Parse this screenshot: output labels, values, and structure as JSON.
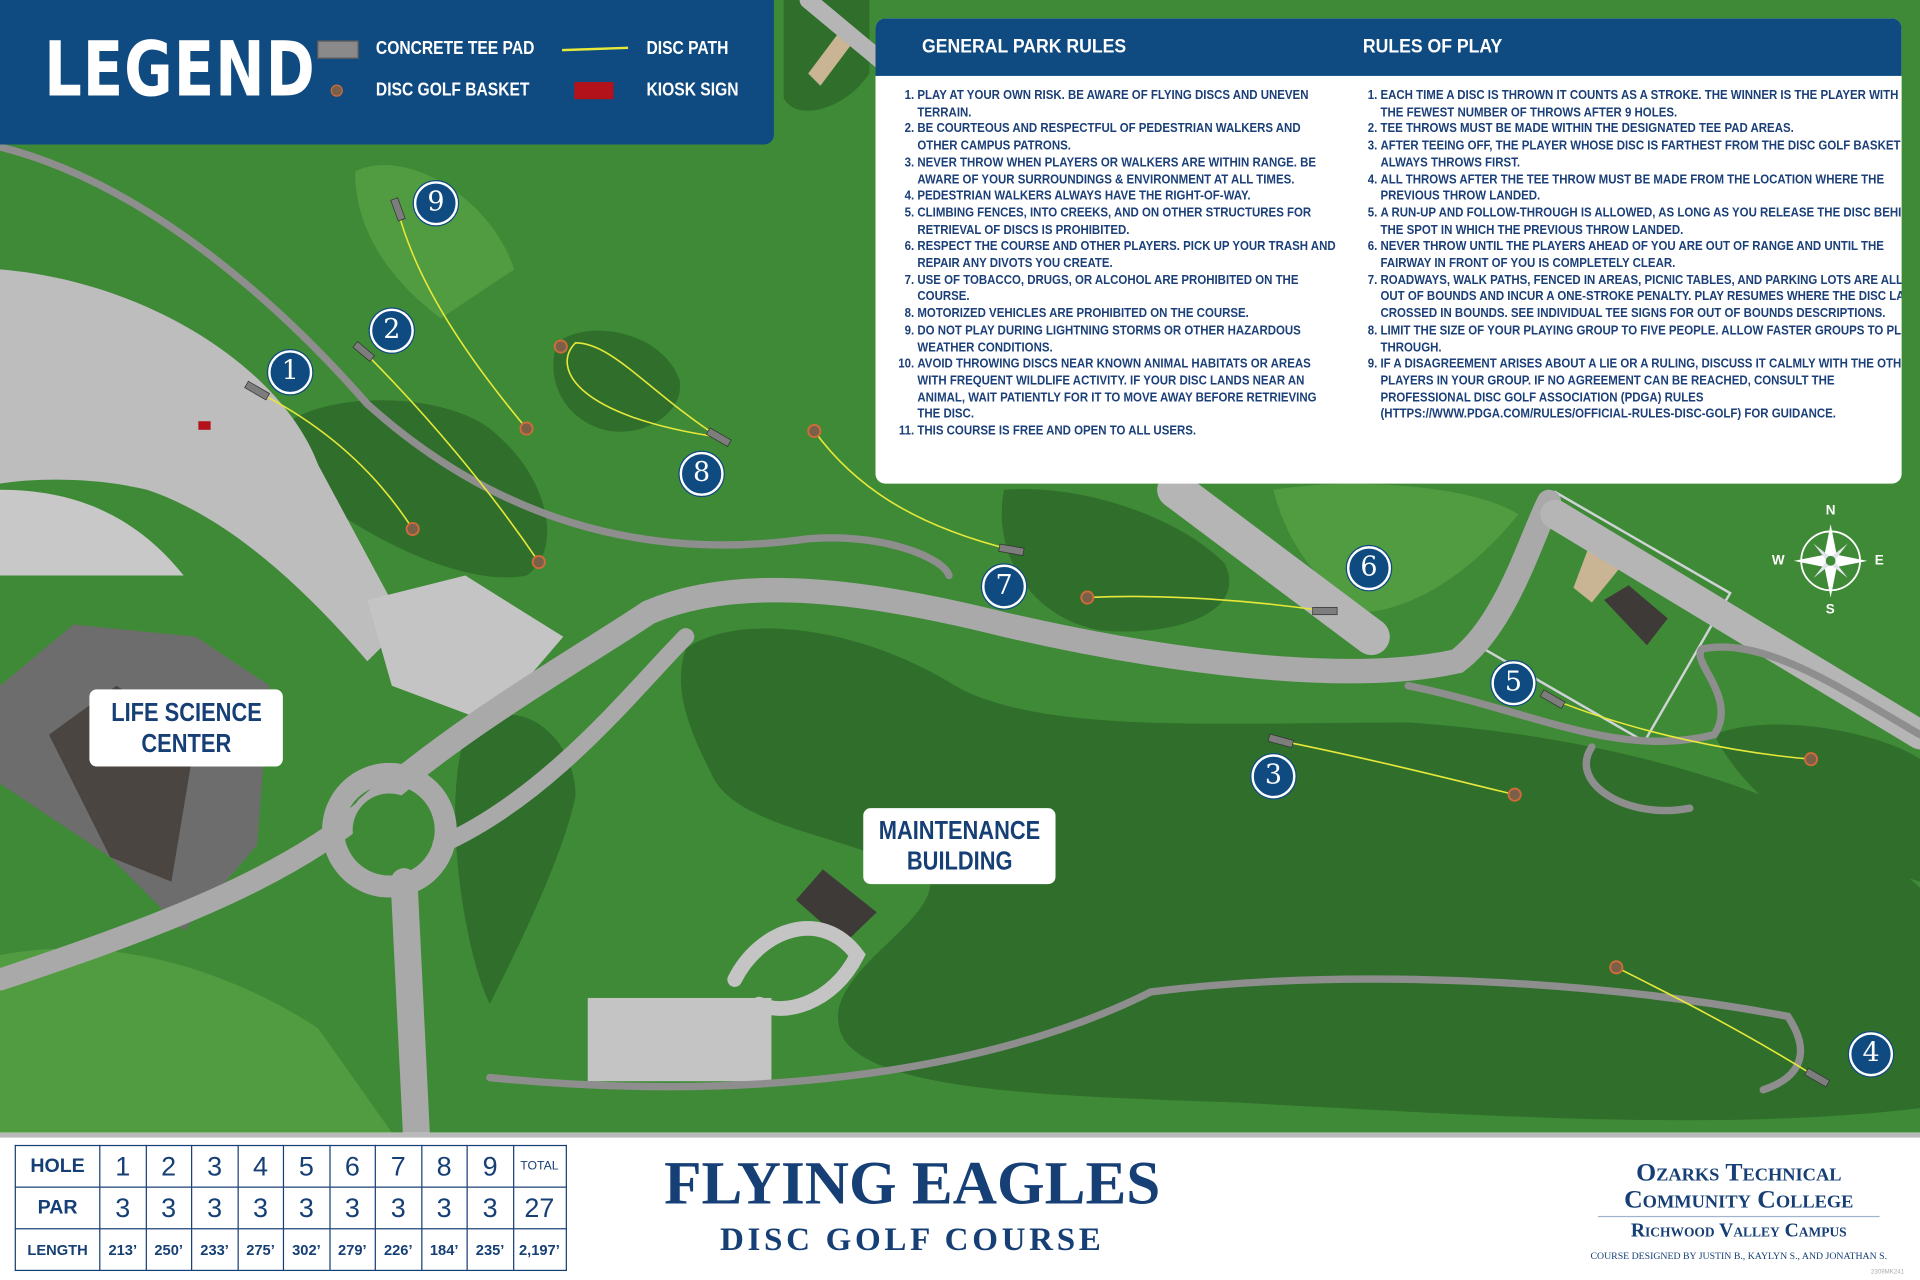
{
  "legend": {
    "title": "LEGEND",
    "items": [
      {
        "label": "CONCRETE TEE PAD",
        "icon": "tee-pad-icon"
      },
      {
        "label": "DISC PATH",
        "icon": "disc-path-icon",
        "color": "#e6e83a"
      },
      {
        "label": "DISC GOLF BASKET",
        "icon": "basket-icon"
      },
      {
        "label": "KIOSK SIGN",
        "icon": "kiosk-icon",
        "color": "#b3121b"
      }
    ]
  },
  "general_rules": {
    "heading": "GENERAL PARK RULES",
    "items": [
      "PLAY AT YOUR OWN RISK. BE AWARE OF FLYING DISCS AND UNEVEN TERRAIN.",
      "BE COURTEOUS AND RESPECTFUL OF PEDESTRIAN WALKERS AND OTHER CAMPUS PATRONS.",
      "NEVER THROW WHEN PLAYERS OR WALKERS ARE WITHIN RANGE. BE AWARE OF YOUR SURROUNDINGS & ENVIRONMENT AT ALL TIMES.",
      "PEDESTRIAN WALKERS ALWAYS HAVE THE RIGHT-OF-WAY.",
      "CLIMBING FENCES, INTO CREEKS, AND ON OTHER STRUCTURES FOR RETRIEVAL OF DISCS IS PROHIBITED.",
      "RESPECT THE COURSE AND OTHER PLAYERS. PICK UP YOUR TRASH AND REPAIR ANY DIVOTS YOU CREATE.",
      "USE OF TOBACCO, DRUGS, OR ALCOHOL ARE PROHIBITED ON THE COURSE.",
      "MOTORIZED VEHICLES ARE PROHIBITED ON THE COURSE.",
      "DO NOT PLAY DURING LIGHTNING STORMS OR OTHER HAZARDOUS WEATHER CONDITIONS.",
      "AVOID THROWING DISCS NEAR KNOWN ANIMAL HABITATS OR AREAS WITH FREQUENT WILDLIFE ACTIVITY. IF YOUR DISC LANDS NEAR AN ANIMAL, WAIT PATIENTLY FOR IT TO MOVE AWAY BEFORE RETRIEVING THE DISC.",
      "THIS COURSE IS FREE AND OPEN TO ALL USERS."
    ]
  },
  "play_rules": {
    "heading": "RULES OF PLAY",
    "items": [
      "EACH TIME A DISC IS THROWN IT COUNTS AS A STROKE. THE WINNER IS THE PLAYER WITH THE FEWEST NUMBER OF THROWS AFTER 9 HOLES.",
      "TEE THROWS MUST BE MADE WITHIN THE DESIGNATED TEE PAD AREAS.",
      "AFTER TEEING OFF, THE PLAYER WHOSE DISC IS FARTHEST FROM THE DISC GOLF BASKET ALWAYS THROWS FIRST.",
      "ALL THROWS AFTER THE TEE THROW MUST BE MADE FROM THE LOCATION WHERE THE PREVIOUS THROW LANDED.",
      "A RUN-UP AND FOLLOW-THROUGH IS ALLOWED, AS LONG AS YOU RELEASE THE DISC BEHIND THE SPOT IN WHICH THE PREVIOUS THROW LANDED.",
      "NEVER THROW UNTIL THE PLAYERS AHEAD OF YOU ARE OUT OF RANGE AND UNTIL THE FAIRWAY IN FRONT OF YOU IS COMPLETELY CLEAR.",
      "ROADWAYS, WALK PATHS, FENCED IN AREAS, PICNIC TABLES, AND PARKING LOTS ARE ALL OUT OF BOUNDS AND INCUR A ONE-STROKE PENALTY. PLAY RESUMES WHERE THE DISC LAST CROSSED IN BOUNDS. SEE INDIVIDUAL TEE SIGNS FOR OUT OF BOUNDS DESCRIPTIONS.",
      "LIMIT THE SIZE OF YOUR PLAYING GROUP TO FIVE PEOPLE. ALLOW FASTER GROUPS TO PLAY THROUGH.",
      "IF A DISAGREEMENT ARISES ABOUT A LIE OR A RULING, DISCUSS IT CALMLY WITH THE OTHER PLAYERS IN YOUR GROUP. IF NO AGREEMENT CAN BE REACHED, CONSULT THE PROFESSIONAL DISC GOLF ASSOCIATION (PDGA) RULES (HTTPS://WWW.PDGA.COM/RULES/OFFICIAL-RULES-DISC-GOLF) FOR GUIDANCE."
    ]
  },
  "map_labels": {
    "life_science": [
      "LIFE SCIENCE",
      "CENTER"
    ],
    "maintenance": [
      "MAINTENANCE",
      "BUILDING"
    ]
  },
  "holes": [
    "1",
    "2",
    "3",
    "4",
    "5",
    "6",
    "7",
    "8",
    "9"
  ],
  "compass": {
    "n": "N",
    "s": "S",
    "e": "E",
    "w": "W"
  },
  "scorecard": {
    "row_labels": [
      "HOLE",
      "PAR",
      "LENGTH"
    ],
    "total_label": "TOTAL",
    "holes": [
      "1",
      "2",
      "3",
      "4",
      "5",
      "6",
      "7",
      "8",
      "9"
    ],
    "par": [
      "3",
      "3",
      "3",
      "3",
      "3",
      "3",
      "3",
      "3",
      "3"
    ],
    "par_total": "27",
    "length": [
      "213’",
      "250’",
      "233’",
      "275’",
      "302’",
      "279’",
      "226’",
      "184’",
      "235’"
    ],
    "length_total": "2,197’"
  },
  "title": {
    "main": "FLYING EAGLES",
    "sub": "DISC GOLF COURSE"
  },
  "college": {
    "line1": "Ozarks Technical",
    "line2": "Community College",
    "campus": "Richwood Valley Campus",
    "credit": "COURSE DESIGNED BY JUSTIN B., KAYLYN S., AND JONATHAN S.",
    "code": "2309MK241"
  }
}
